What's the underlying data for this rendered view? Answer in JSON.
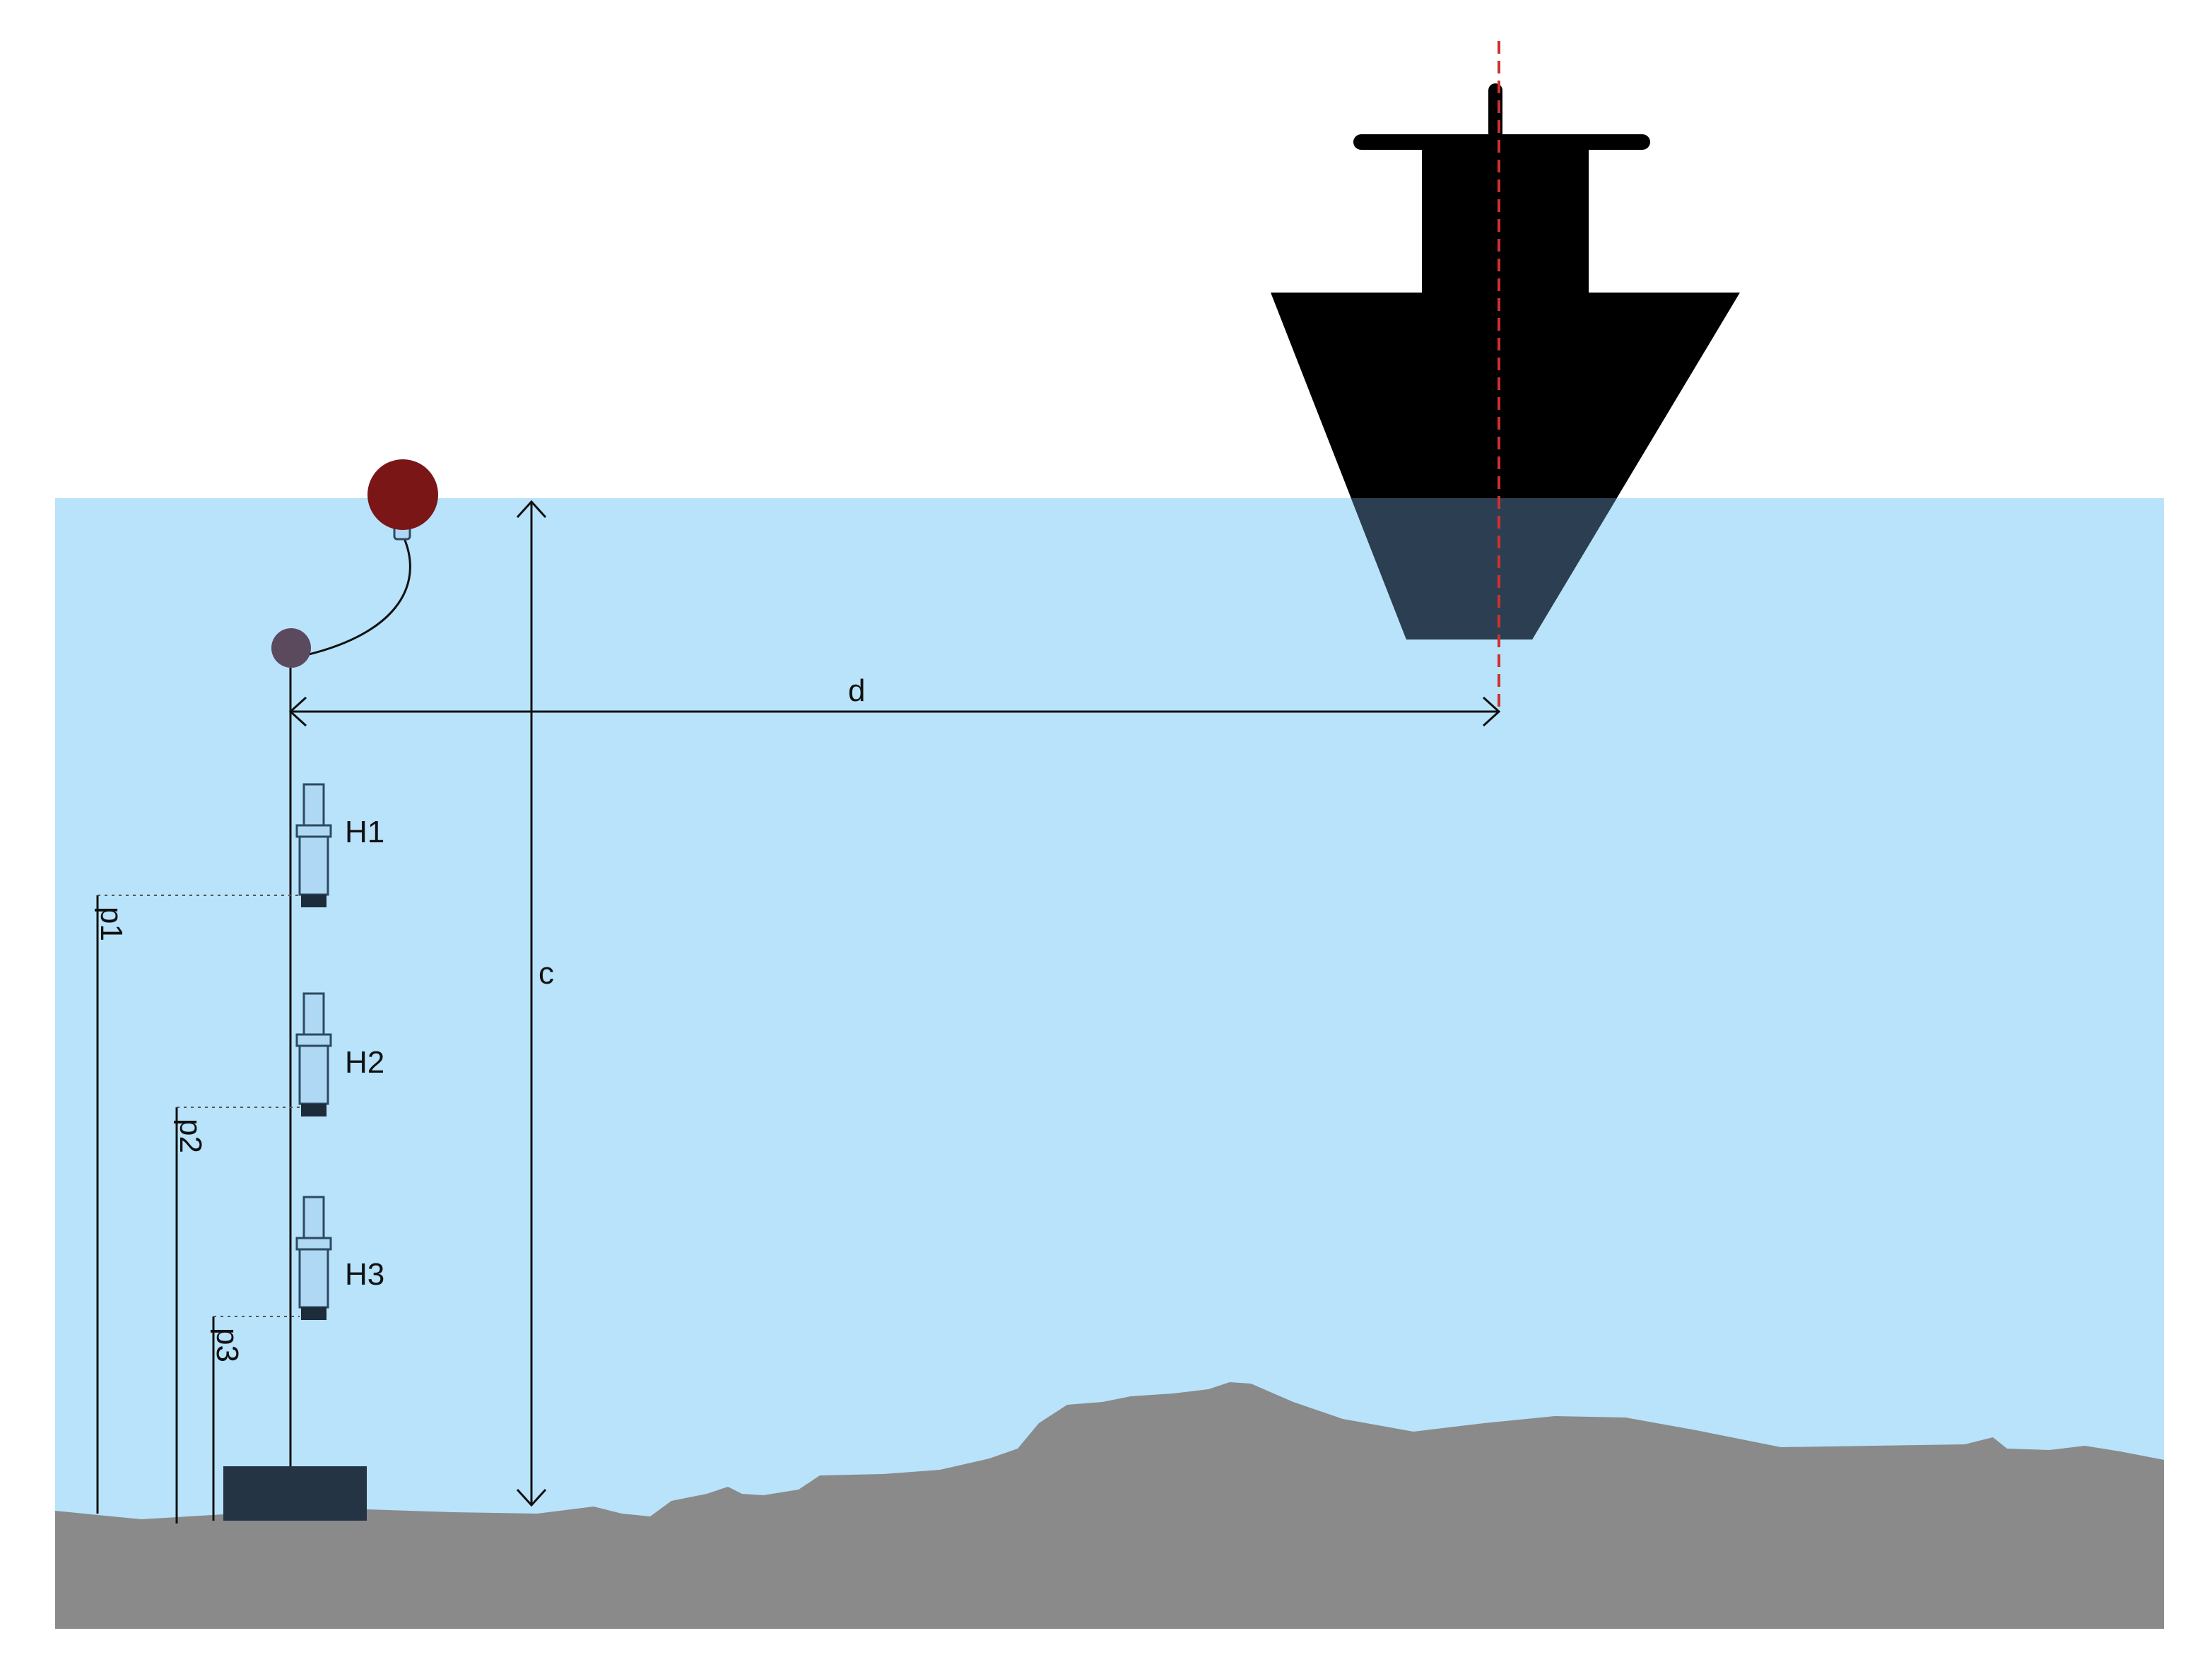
{
  "labels": {
    "hydrophone_1": "H1",
    "hydrophone_2": "H2",
    "hydrophone_3": "H3",
    "depth_1": "p1",
    "depth_2": "p2",
    "depth_3": "p3",
    "water_depth": "c",
    "horizontal_distance": "d"
  },
  "colors": {
    "sky": "#ffffff",
    "water": "#b8e3fa",
    "seabed": "#8a8a8a",
    "ship": "#000000",
    "ship_submerged": "#2c3f52",
    "surface_buoy": "#7a1616",
    "subsurface_float": "#5b4a5e",
    "anchor": "#243445",
    "hydrophone_body": "#aed8f4",
    "hydrophone_outline": "#2d4a60",
    "hydrophone_cap": "#1c2c3a",
    "centerline": "#d03030",
    "dimension_line": "#111111"
  },
  "icons": {
    "ship": "ship-bow-silhouette-icon",
    "surface_buoy": "buoy-icon",
    "subsurface_float": "float-icon",
    "hydrophone": "hydrophone-icon",
    "anchor": "anchor-weight-icon"
  }
}
